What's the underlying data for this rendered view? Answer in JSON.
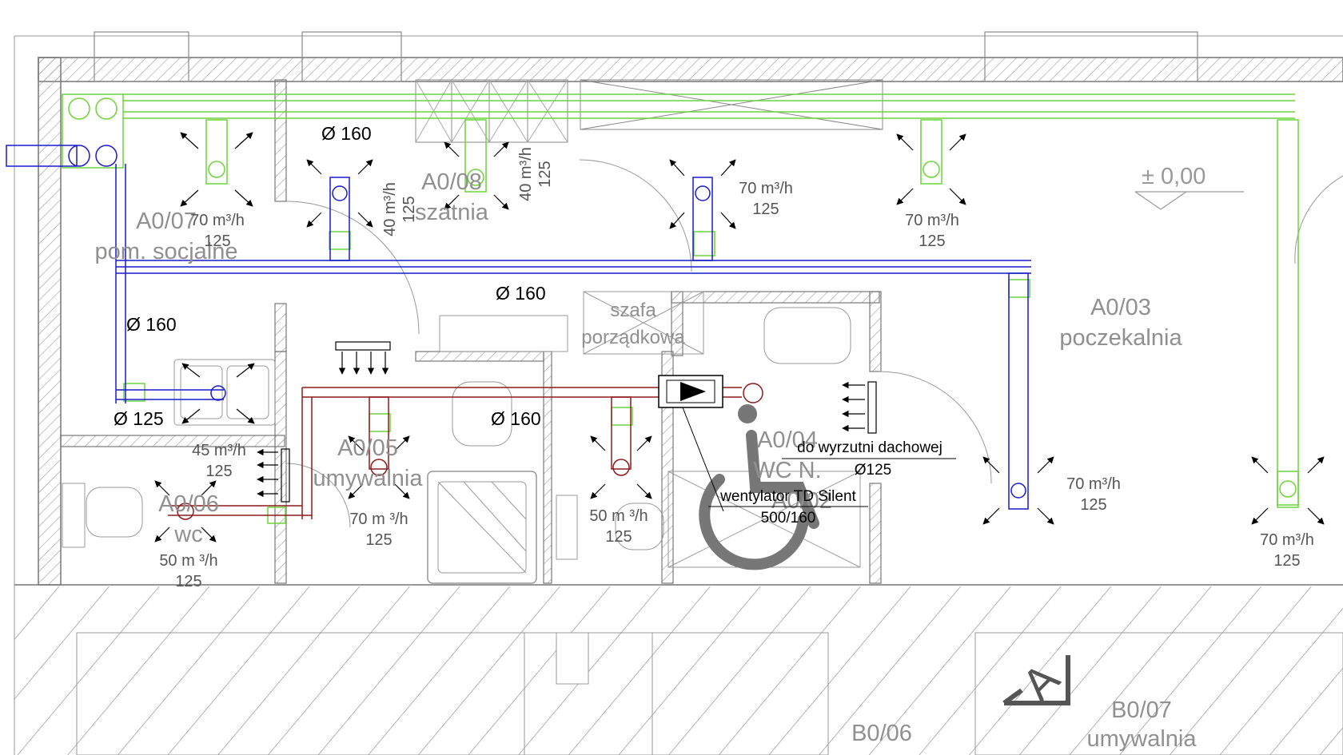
{
  "colors": {
    "supply": "#1a1acc",
    "exhaust": "#8c1c1c",
    "fresh_air": "#6ed43c",
    "wall": "#8a8a8a",
    "room_text": "#909090"
  },
  "rooms": [
    {
      "id": "A0/07",
      "name": "pom. socjalne"
    },
    {
      "id": "A0/08",
      "name": "szatnia"
    },
    {
      "id": "A0/03",
      "name": "poczekalnia"
    },
    {
      "id": "A0/05",
      "name": "umywalnia"
    },
    {
      "id": "A0/06",
      "name": "wc"
    },
    {
      "id": "A0/04",
      "name": "WC N.",
      "extra": "A0/02"
    },
    {
      "id": "B0/06",
      "name": ""
    },
    {
      "id": "B0/07",
      "name": "umywalnia"
    }
  ],
  "cabinet_label": [
    "szafa",
    "porządkowa"
  ],
  "level_mark": "± 0,00",
  "section_mark": "A",
  "diameters": [
    "Ø 160",
    "Ø 160",
    "Ø 160",
    "Ø 160",
    "Ø 125"
  ],
  "flows": [
    {
      "rate": "70  m³/h",
      "size": "125"
    },
    {
      "rate": "40  m³/h",
      "size": "125"
    },
    {
      "rate": "40  m³/h",
      "size": "125"
    },
    {
      "rate": "70  m³/h",
      "size": "125"
    },
    {
      "rate": "70  m³/h",
      "size": "125"
    },
    {
      "rate": "70  m³/h",
      "size": "125"
    },
    {
      "rate": "70  m³/h",
      "size": "125"
    },
    {
      "rate": "45  m³/h",
      "size": "125"
    },
    {
      "rate": "70  m ³/h",
      "size": "125"
    },
    {
      "rate": "50  m ³/h",
      "size": "125"
    },
    {
      "rate": "50  m ³/h",
      "size": "125"
    }
  ],
  "notes": {
    "roof_outlet": "do wyrzutni dachowej",
    "roof_outlet_size": "Ø125",
    "fan_name": "wentylator TD Silent",
    "fan_size": "500/160"
  }
}
